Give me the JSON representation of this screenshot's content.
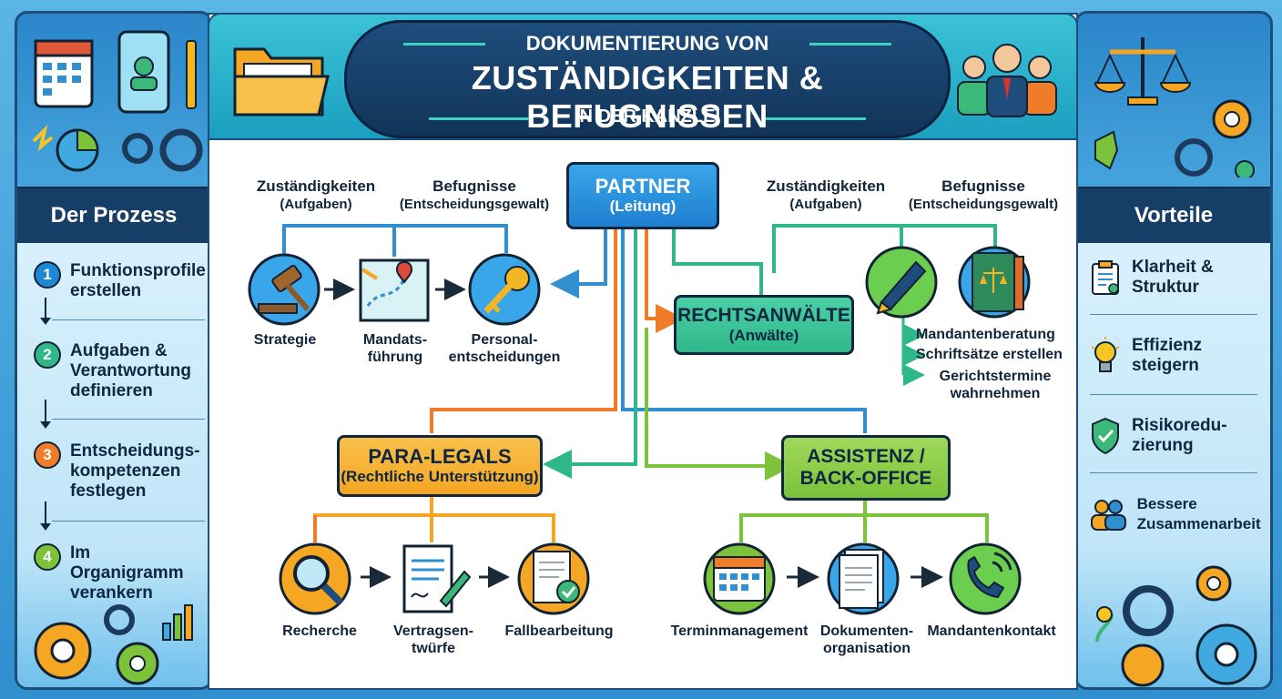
{
  "header": {
    "line1": "DOKUMENTIERUNG VON",
    "line2": "ZUSTÄNDIGKEITEN & BEFUGNISSEN",
    "line3": "IN DER KANZLEI"
  },
  "left_panel": {
    "title": "Der Prozess",
    "steps": [
      {
        "num": "1",
        "text": "Funktionsprofile erstellen",
        "color": "#1e88d6"
      },
      {
        "num": "2",
        "text": "Aufgaben & Verantwortung definieren",
        "color": "#2eb88a"
      },
      {
        "num": "3",
        "text": "Entscheidungs-kompetenzen festlegen",
        "color": "#f07c2a"
      },
      {
        "num": "4",
        "text": "Im Organigramm verankern",
        "color": "#7cc23a"
      }
    ]
  },
  "right_panel": {
    "title": "Vorteile",
    "items": [
      {
        "text": "Klarheit & Struktur",
        "icon": "clipboard-icon"
      },
      {
        "text": "Effizienz steigern",
        "icon": "lightbulb-icon"
      },
      {
        "text": "Risikoredu-zierung",
        "icon": "shield-check-icon"
      },
      {
        "text": "Bessere Zusammenarbeit",
        "icon": "people-icon"
      }
    ]
  },
  "diagram": {
    "partner": {
      "title": "PARTNER",
      "subtitle": "(Leitung)"
    },
    "rechtsanwaelte": {
      "title": "RECHTSANWÄLTE",
      "subtitle": "(Anwälte)"
    },
    "paralegals": {
      "title": "PARA-LEGALS",
      "subtitle": "(Rechtliche Unterstützung)"
    },
    "assistenz": {
      "title": "ASSISTENZ /",
      "subtitle": "BACK-OFFICE"
    },
    "partner_headers": {
      "zust": "Zuständigkeiten",
      "zust_sub": "(Aufgaben)",
      "bef": "Befugnisse",
      "bef_sub": "(Entscheidungsgewalt)"
    },
    "ra_headers": {
      "zust": "Zuständigkeiten",
      "zust_sub": "(Aufgaben)",
      "bef": "Befugnisse",
      "bef_sub": "(Entscheidungsgewalt)"
    },
    "partner_tasks": [
      "Strategie",
      "Mandats-führung",
      "Personal-entscheidungen"
    ],
    "ra_tasks": [
      "Mandantenberatung",
      "Schriftsätze erstellen",
      "Gerichtstermine wahrnehmen"
    ],
    "paralegal_tasks": [
      "Recherche",
      "Vertragsen-twürfe",
      "Fallbearbeitung"
    ],
    "assistenz_tasks": [
      "Terminmanagement",
      "Dokumenten-organisation",
      "Mandantenkontakt"
    ],
    "colors": {
      "partner": "#1e88d6",
      "rechtsanwaelte": "#2eb88a",
      "paralegals": "#f5a623",
      "assistenz": "#7cc23a",
      "orange_line": "#f07c2a"
    }
  }
}
